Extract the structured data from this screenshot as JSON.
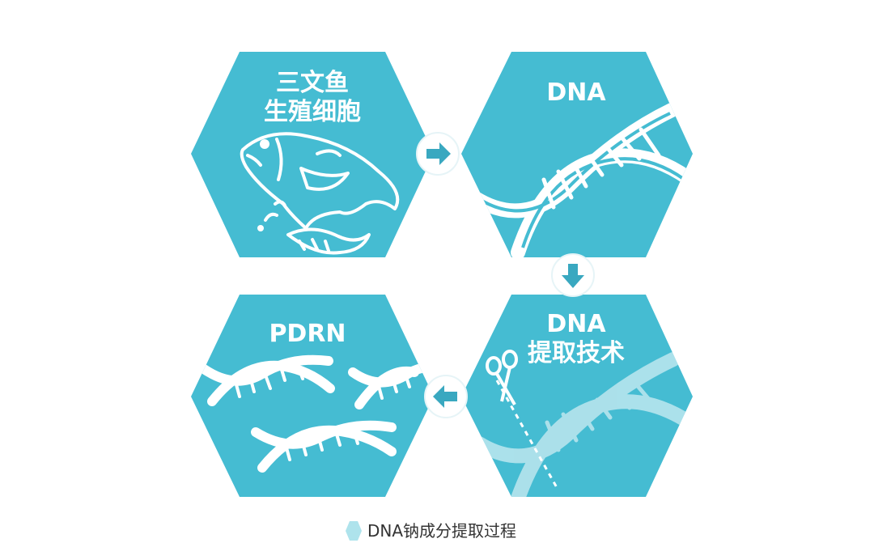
{
  "colors": {
    "hex": "#45bcd2",
    "arrow_circle": "#ffffff",
    "arrow": "#39a8c0",
    "caption_hex": "#aee3ec",
    "ink": "#ffffff"
  },
  "steps": [
    {
      "lines": [
        "三文鱼",
        "生殖细胞"
      ],
      "icon": "salmon"
    },
    {
      "lines": [
        "DNA"
      ],
      "icon": "dna-helix"
    },
    {
      "lines": [
        "DNA",
        "提取技术"
      ],
      "icon": "dna-with-scissors"
    },
    {
      "lines": [
        "PDRN"
      ],
      "icon": "dna-fragments"
    }
  ],
  "arrows": [
    "arrow-right-icon",
    "arrow-down-icon",
    "arrow-left-icon"
  ],
  "caption": "DNA钠成分提取过程"
}
